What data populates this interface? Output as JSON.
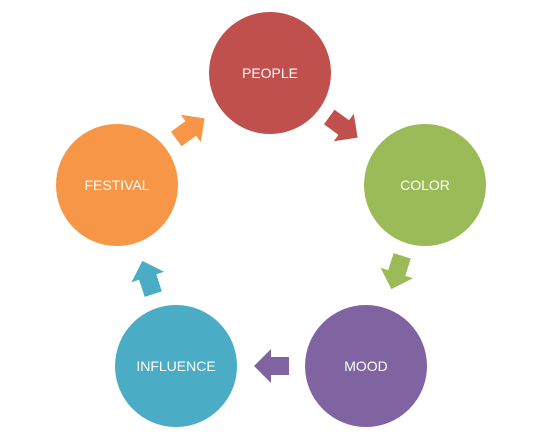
{
  "diagram": {
    "type": "cycle",
    "nodes": [
      {
        "id": "people",
        "label": "PEOPLE",
        "color": "#C0504D"
      },
      {
        "id": "color",
        "label": "COLOR",
        "color": "#9BBB59"
      },
      {
        "id": "mood",
        "label": "MOOD",
        "color": "#8064A2"
      },
      {
        "id": "influence",
        "label": "INFLUENCE",
        "color": "#4BACC6"
      },
      {
        "id": "festival",
        "label": "FESTIVAL",
        "color": "#F79646"
      }
    ],
    "edges": [
      {
        "from": "people",
        "to": "color",
        "color": "#C0504D"
      },
      {
        "from": "color",
        "to": "mood",
        "color": "#9BBB59"
      },
      {
        "from": "mood",
        "to": "influence",
        "color": "#8064A2"
      },
      {
        "from": "influence",
        "to": "festival",
        "color": "#4BACC6"
      },
      {
        "from": "festival",
        "to": "people",
        "color": "#F79646"
      }
    ]
  }
}
